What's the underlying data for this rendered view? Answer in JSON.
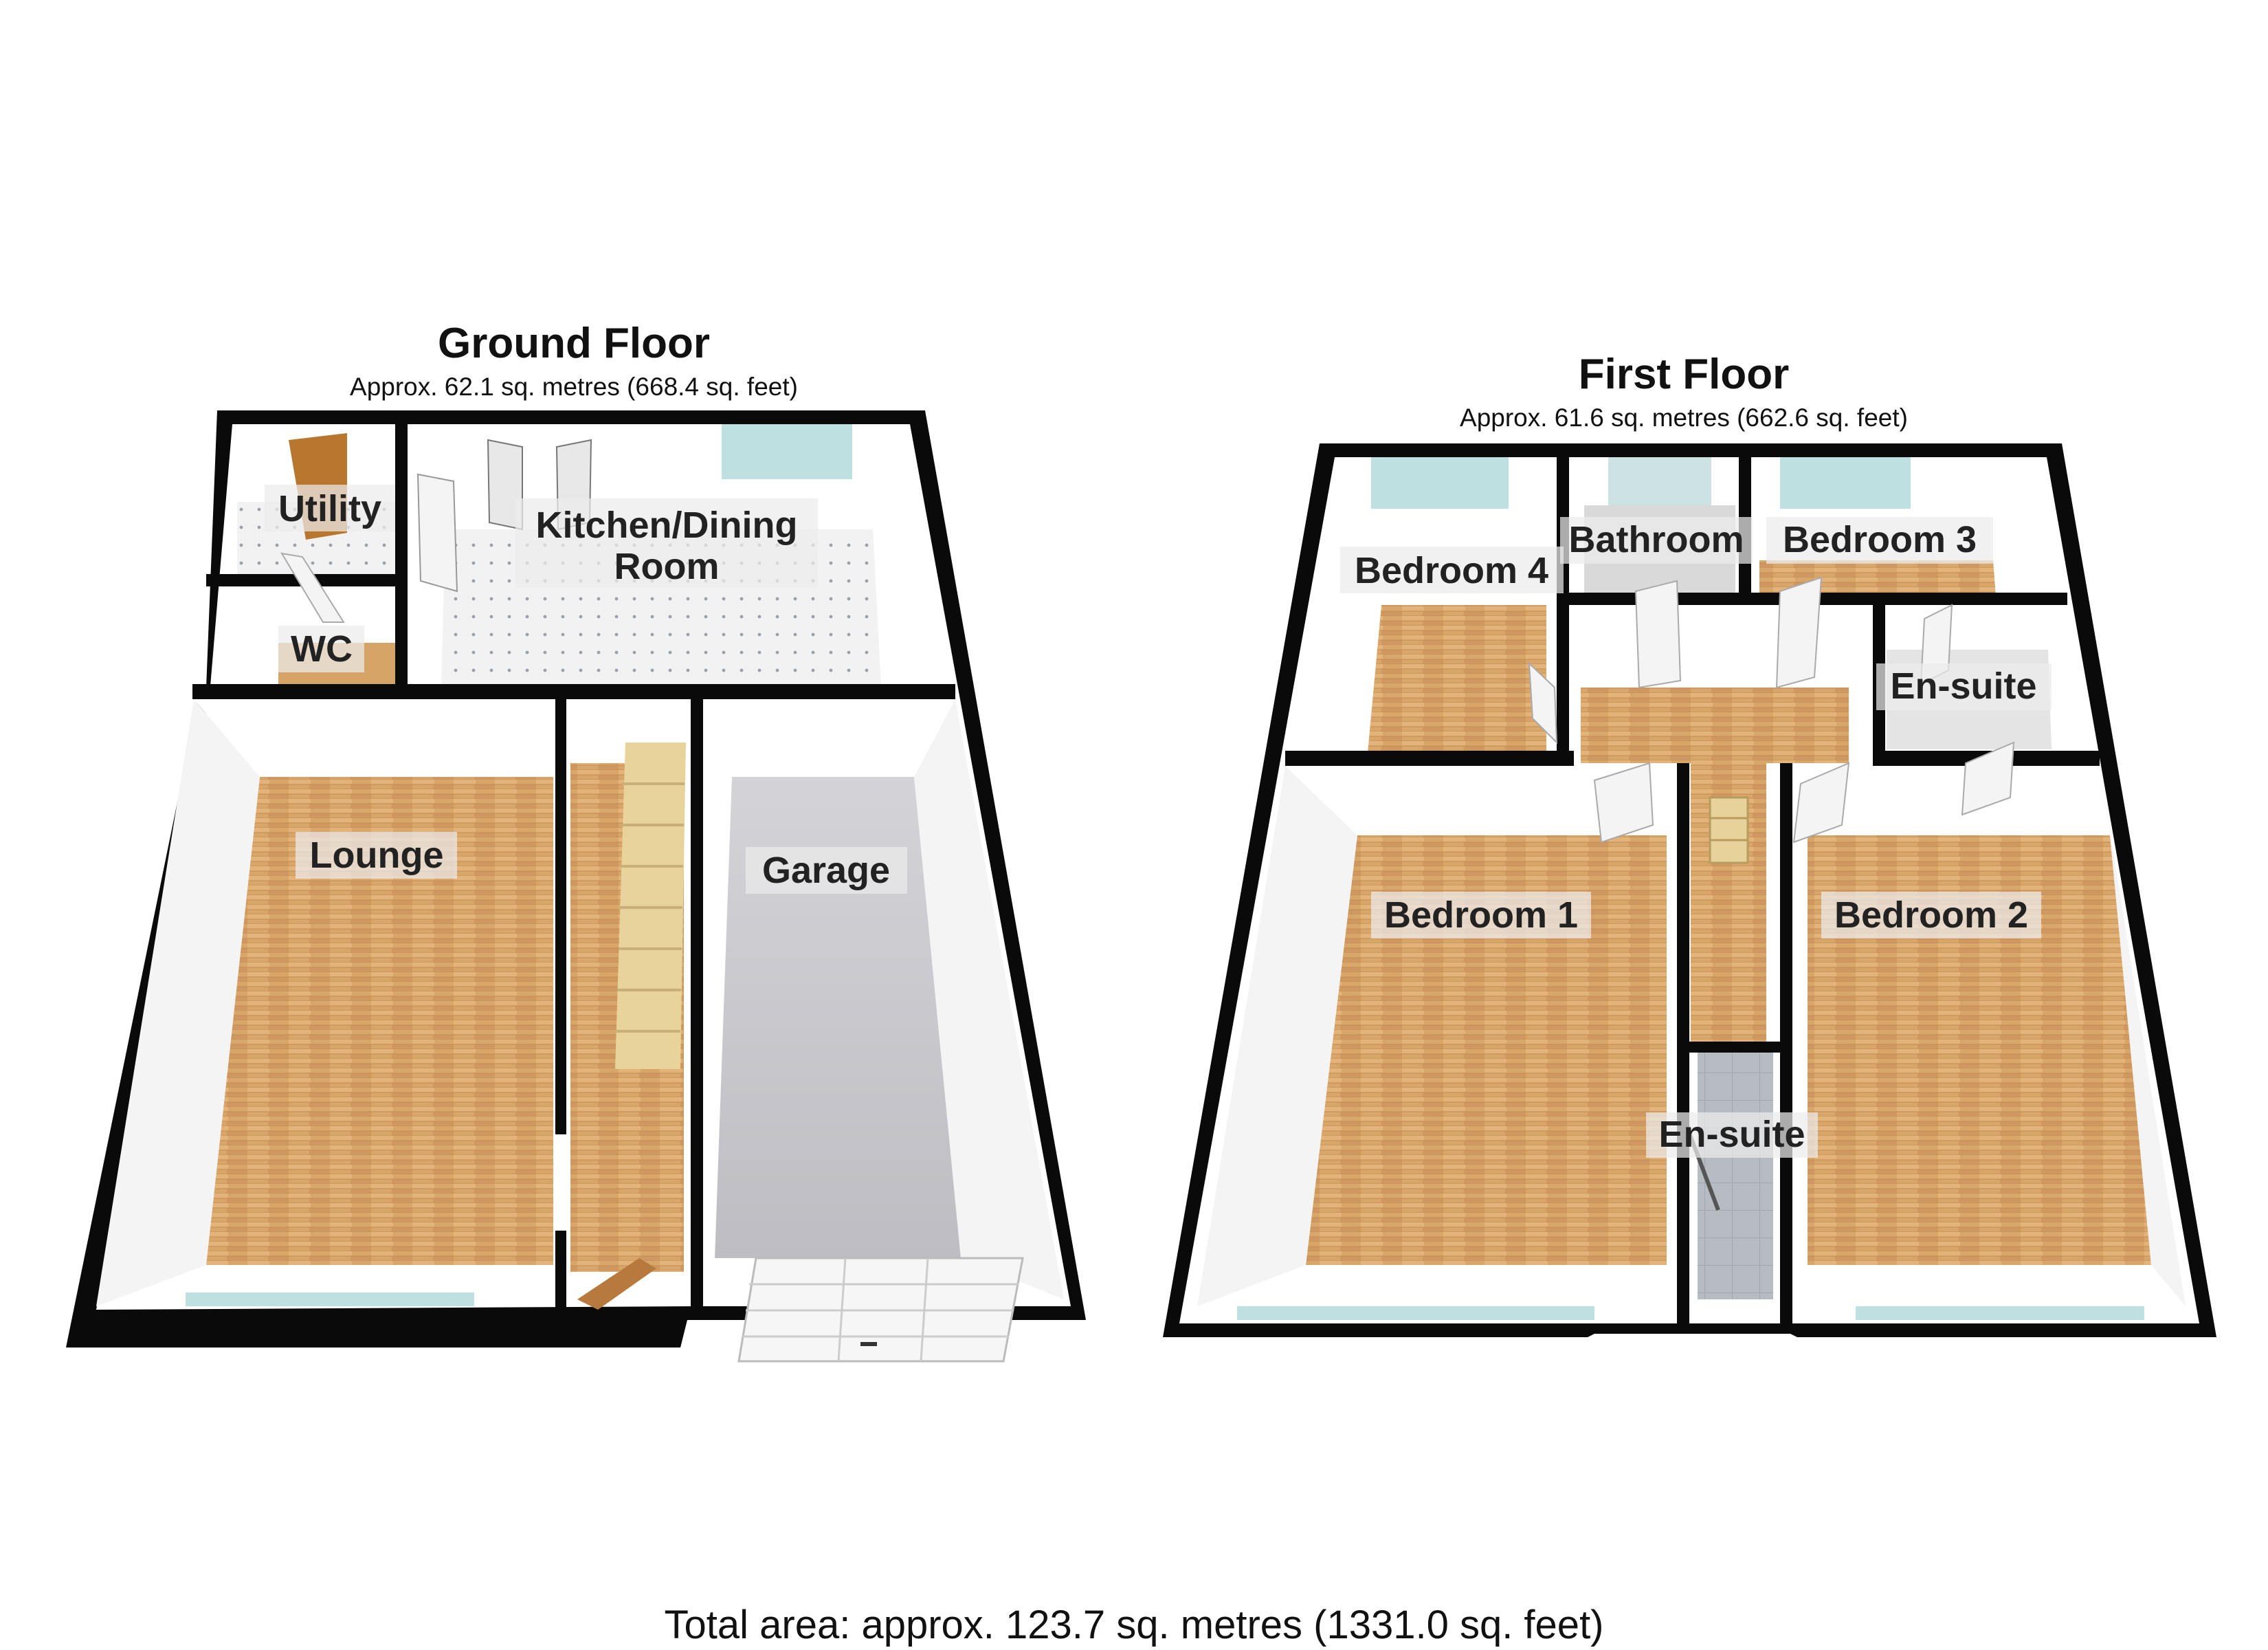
{
  "ground_floor": {
    "title": "Ground Floor",
    "area": "Approx. 62.1 sq. metres (668.4 sq. feet)",
    "rooms": {
      "utility": "Utility",
      "kitchen_line1": "Kitchen/Dining",
      "kitchen_line2": "Room",
      "wc": "WC",
      "lounge": "Lounge",
      "garage": "Garage"
    }
  },
  "first_floor": {
    "title": "First Floor",
    "area": "Approx. 61.6 sq. metres (662.6 sq. feet)",
    "rooms": {
      "bedroom4": "Bedroom 4",
      "bathroom": "Bathroom",
      "bedroom3": "Bedroom 3",
      "ensuite_upper": "En-suite",
      "bedroom1": "Bedroom 1",
      "bedroom2": "Bedroom 2",
      "ensuite_lower": "En-suite"
    }
  },
  "total_area": "Total area: approx. 123.7 sq. metres (1331.0 sq. feet)",
  "colors": {
    "wall": "#0a0a0a",
    "wood_floor": "#d9a66a",
    "tile_floor": "#eeeeee",
    "garage_floor": "#c9c9cf",
    "ensuite_floor": "#b9bcc2",
    "wall_face": "#ffffff",
    "window": "#bfe0e0"
  }
}
